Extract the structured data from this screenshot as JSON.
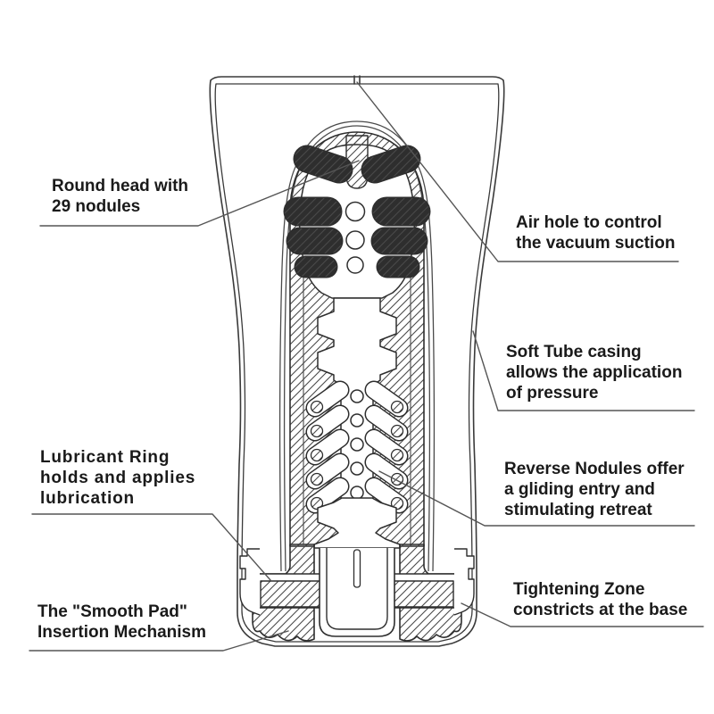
{
  "diagram": {
    "labels": {
      "round_head": {
        "line1": "Round head with",
        "line2": "29 nodules"
      },
      "air_hole": {
        "line1": "Air hole to control",
        "line2": "the vacuum suction"
      },
      "soft_tube": {
        "line1": "Soft Tube casing",
        "line2": "allows the application",
        "line3": "of pressure"
      },
      "lubricant_ring": {
        "line1": "Lubricant Ring",
        "line2": "holds and applies",
        "line3": "lubrication"
      },
      "reverse_nodules": {
        "line1": "Reverse Nodules offer",
        "line2": "a gliding entry and",
        "line3": "stimulating retreat"
      },
      "smooth_pad": {
        "line1": "The \"Smooth Pad\"",
        "line2": "Insertion Mechanism"
      },
      "tightening_zone": {
        "line1": "Tightening Zone",
        "line2": "constricts at the base"
      }
    },
    "colors": {
      "background": "#ffffff",
      "line": "#3a3a3a",
      "label_text": "#1a1a1a",
      "leader": "#555555"
    }
  }
}
